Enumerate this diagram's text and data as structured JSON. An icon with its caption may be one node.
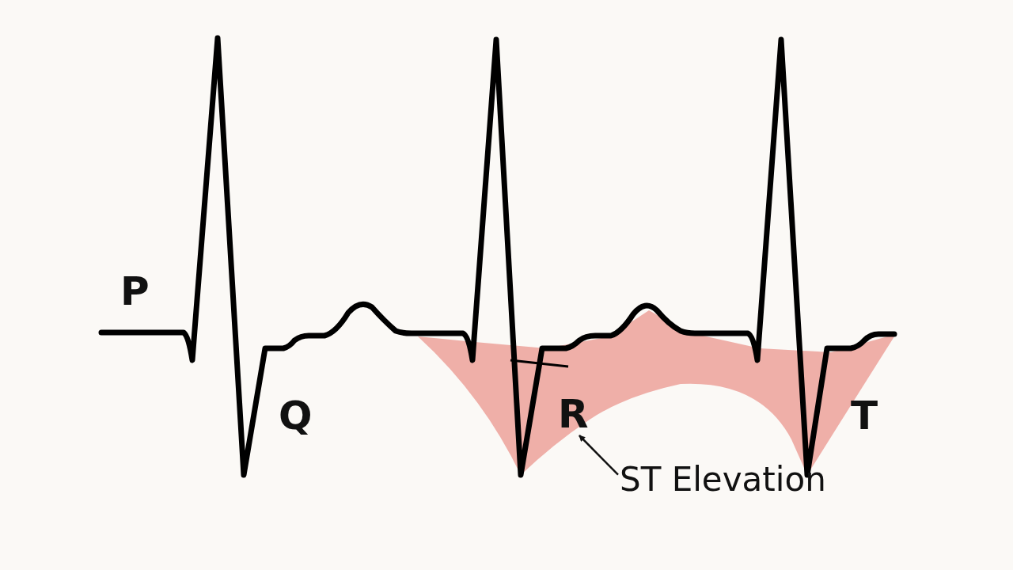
{
  "diagram": {
    "nodes": [
      {
        "text": [
          "R"
        ]
      },
      {
        "text": [
          "ST Elevation"
        ]
      }
    ],
    "edges": [
      {
        "from": 1,
        "to": 0,
        "arrow": "to"
      }
    ],
    "labels": [
      "P",
      "Q",
      "T"
    ]
  }
}
